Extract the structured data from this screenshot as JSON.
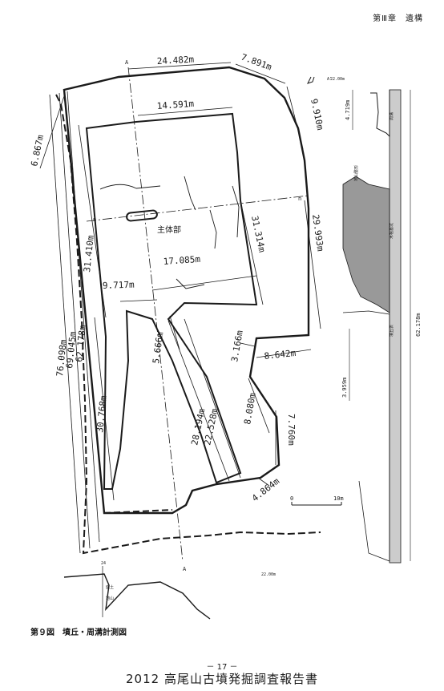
{
  "header": {
    "chapter": "第Ⅲ章　遺構"
  },
  "figure": {
    "caption": "第９図　墳丘・周溝計測図",
    "dimensions": {
      "d1": "24.482m",
      "d2": "7.891m",
      "d3": "9.910m",
      "d4": "14.591m",
      "d5": "6.867m",
      "d6": "31.314m",
      "d7": "29.993m",
      "d8": "17.085m",
      "d9": "9.717m",
      "d10": "5.666m",
      "d11": "3.166m",
      "d12": "8.642m",
      "d13": "8.080m",
      "d14": "28.194m",
      "d15": "22.528m",
      "d16": "7.760m",
      "d17": "4.864m",
      "d18": "76.098m",
      "d19": "69.045m",
      "d20": "62.178m",
      "d21": "31.410m",
      "d22": "30.768m"
    },
    "labels": {
      "center": "主体部",
      "pointA": "A",
      "pointA2": "A'",
      "pointN": "n",
      "elev1": "22.00m",
      "elev2": "22.00m",
      "scale0": "0",
      "scale10": "10m",
      "small_earth": "盛土",
      "small_ground": "地山",
      "small_value": "24"
    },
    "section": {
      "d_top": "4.719m",
      "d_total": "62.178m",
      "d_low": "3.959m",
      "lab_moat": "周溝",
      "lab_mound": "地山整形",
      "lab_coffin": "木棺墓坑",
      "lab_slope": "墳丘表"
    }
  },
  "footer": {
    "page": "－ 17 －",
    "report_title": "2012 高尾山古墳発掘調査報告書"
  }
}
